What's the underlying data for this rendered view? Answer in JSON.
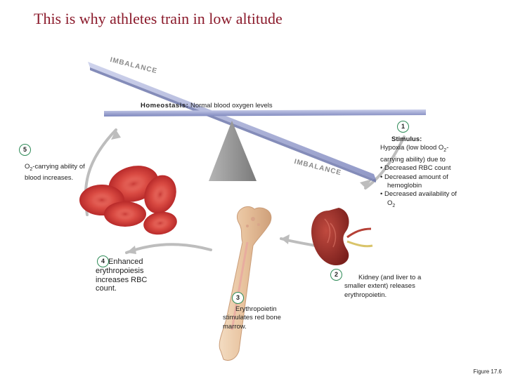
{
  "title": "This is why athletes train in low altitude",
  "imbalance_label": "IMBALANCE",
  "homeostasis": {
    "heading": "Homeostasis:",
    "text": "Normal blood oxygen levels"
  },
  "steps": {
    "s1": {
      "number": "1",
      "heading": "Stimulus:",
      "intro_a": "Hypoxia (low blood O",
      "intro_sub": "2",
      "intro_b": "-carrying ability) due to",
      "bullets": [
        "Decreased RBC count",
        "Decreased amount of hemoglobin"
      ],
      "last_a": "Decreased availability of O",
      "last_sub": "2"
    },
    "s2": {
      "number": "2",
      "text": "Kidney (and liver to a smaller extent) releases erythropoietin."
    },
    "s3": {
      "number": "3",
      "text": "Erythropoietin stimulates red bone marrow."
    },
    "s4": {
      "number": "4",
      "text": "Enhanced erythropoiesis increases RBC count."
    },
    "s5": {
      "number": "5",
      "text_a": "O",
      "text_sub": "2",
      "text_b": "-carrying ability of blood increases."
    }
  },
  "bullet_char": "•",
  "caption": "Figure 17.6",
  "colors": {
    "title": "#8b1a2b",
    "seesaw": "#8f98c9",
    "cycle_arrow": "#b8b8b8",
    "step_ring": "#2e8b57",
    "rbc": "#d23c3c",
    "kidney": "#9b2f2a",
    "bone": "#e9c9a8"
  },
  "icons": [
    "seesaw-beam-icon",
    "fulcrum-icon",
    "red-blood-cells-icon",
    "kidney-icon",
    "bone-marrow-icon",
    "cycle-arrow-icon"
  ]
}
